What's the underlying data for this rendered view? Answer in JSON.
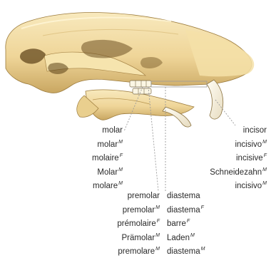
{
  "labels": {
    "molar": [
      {
        "text": "molar",
        "mark": ""
      },
      {
        "text": "molar",
        "mark": "M"
      },
      {
        "text": "molaire",
        "mark": "F"
      },
      {
        "text": "Molar",
        "mark": "M"
      },
      {
        "text": "molare",
        "mark": "M"
      }
    ],
    "incisor": [
      {
        "text": "incisor",
        "mark": ""
      },
      {
        "text": "incisivo",
        "mark": "M"
      },
      {
        "text": "incisive",
        "mark": "F"
      },
      {
        "text": "Schneidezahn",
        "mark": "M"
      },
      {
        "text": "incisivo",
        "mark": "M"
      }
    ],
    "premolar": [
      {
        "text": "premolar",
        "mark": ""
      },
      {
        "text": "premolar",
        "mark": "M"
      },
      {
        "text": "prémolaire",
        "mark": "F"
      },
      {
        "text": "Prämolar",
        "mark": "M"
      },
      {
        "text": "premolare",
        "mark": "M"
      }
    ],
    "diastema": [
      {
        "text": "diastema",
        "mark": ""
      },
      {
        "text": "diastema",
        "mark": "F"
      },
      {
        "text": "barre",
        "mark": "F"
      },
      {
        "text": "Laden",
        "mark": "M"
      },
      {
        "text": "diastema",
        "mark": "M"
      }
    ]
  },
  "colors": {
    "bone": "#f0d99b",
    "bone_light": "#f8e9bd",
    "bone_shadow": "#c9a762",
    "bone_dark": "#7a5a28",
    "leader": "#9a9a9a"
  }
}
